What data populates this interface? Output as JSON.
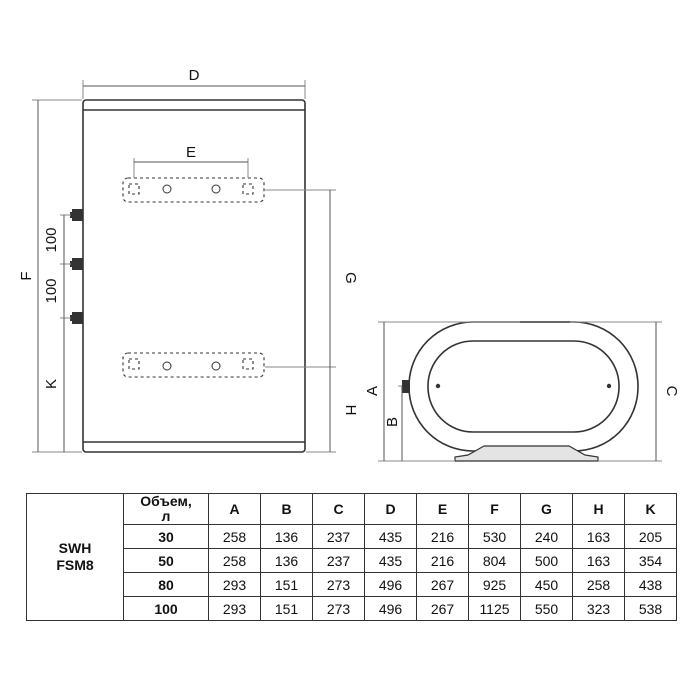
{
  "drawing": {
    "labels": {
      "A": "A",
      "B": "B",
      "C": "C",
      "D": "D",
      "E": "E",
      "F": "F",
      "G": "G",
      "H": "H",
      "K": "K",
      "spacing_upper": "100",
      "spacing_lower": "100"
    }
  },
  "table": {
    "model_line1": "SWH",
    "model_line2": "FSM8",
    "volume_header_line1": "Объем,",
    "volume_header_line2": "л",
    "columns": [
      "A",
      "B",
      "C",
      "D",
      "E",
      "F",
      "G",
      "H",
      "K"
    ],
    "rows": [
      {
        "volume": "30",
        "values": [
          "258",
          "136",
          "237",
          "435",
          "216",
          "530",
          "240",
          "163",
          "205"
        ]
      },
      {
        "volume": "50",
        "values": [
          "258",
          "136",
          "237",
          "435",
          "216",
          "804",
          "500",
          "163",
          "354"
        ]
      },
      {
        "volume": "80",
        "values": [
          "293",
          "151",
          "273",
          "496",
          "267",
          "925",
          "450",
          "258",
          "438"
        ]
      },
      {
        "volume": "100",
        "values": [
          "293",
          "151",
          "273",
          "496",
          "267",
          "1125",
          "550",
          "323",
          "538"
        ]
      }
    ]
  }
}
